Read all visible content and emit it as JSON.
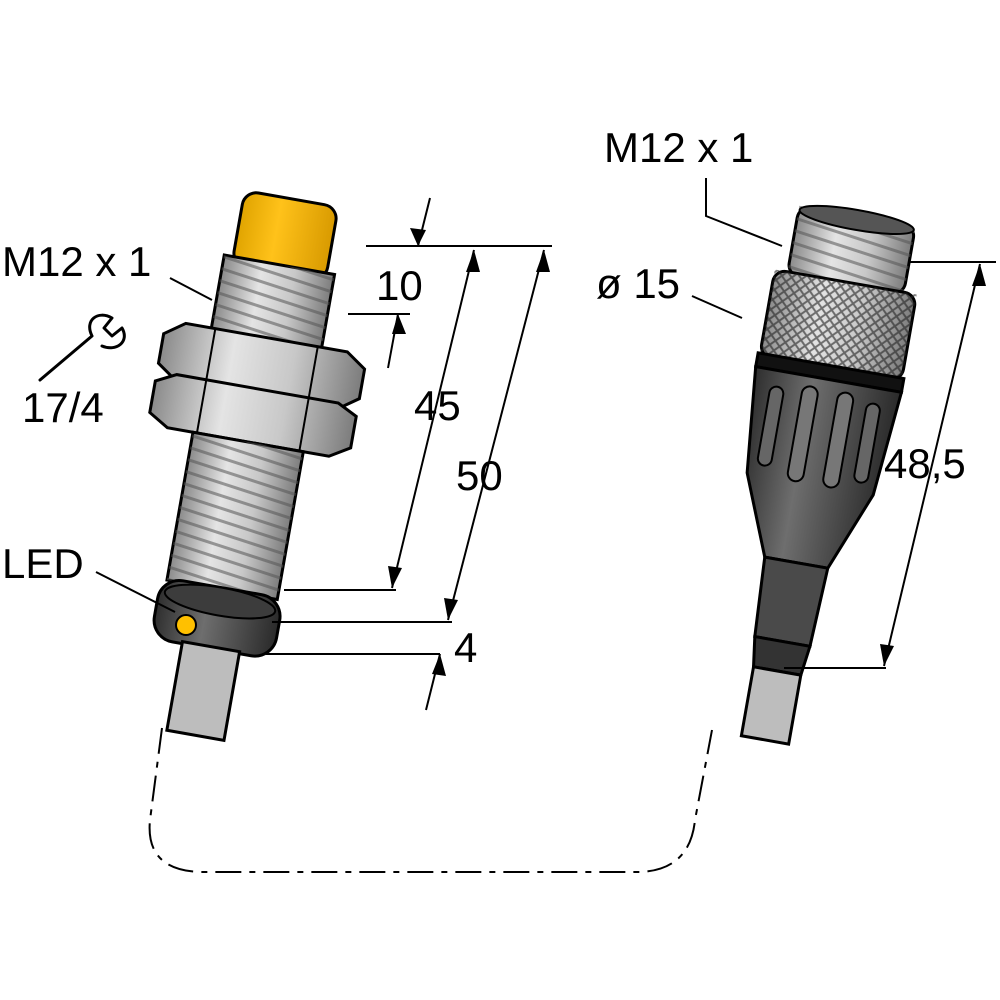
{
  "labels": {
    "thread_left": "M12 x 1",
    "wrench_size": "17/4",
    "led": "LED",
    "dim_10": "10",
    "dim_45": "45",
    "dim_50": "50",
    "dim_4": "4",
    "thread_right": "M12 x 1",
    "diameter": "ø 15",
    "dim_48_5": "48,5"
  },
  "colors": {
    "sensor_cap": "#FFC000",
    "led": "#FFC000",
    "metal_body": "#C4C4C4",
    "metal_dark": "#8C8C8C",
    "connector_body": "#5A5A5A",
    "cable": "#BDBDBD",
    "line": "#000000"
  },
  "icons": [
    "wrench-icon"
  ]
}
